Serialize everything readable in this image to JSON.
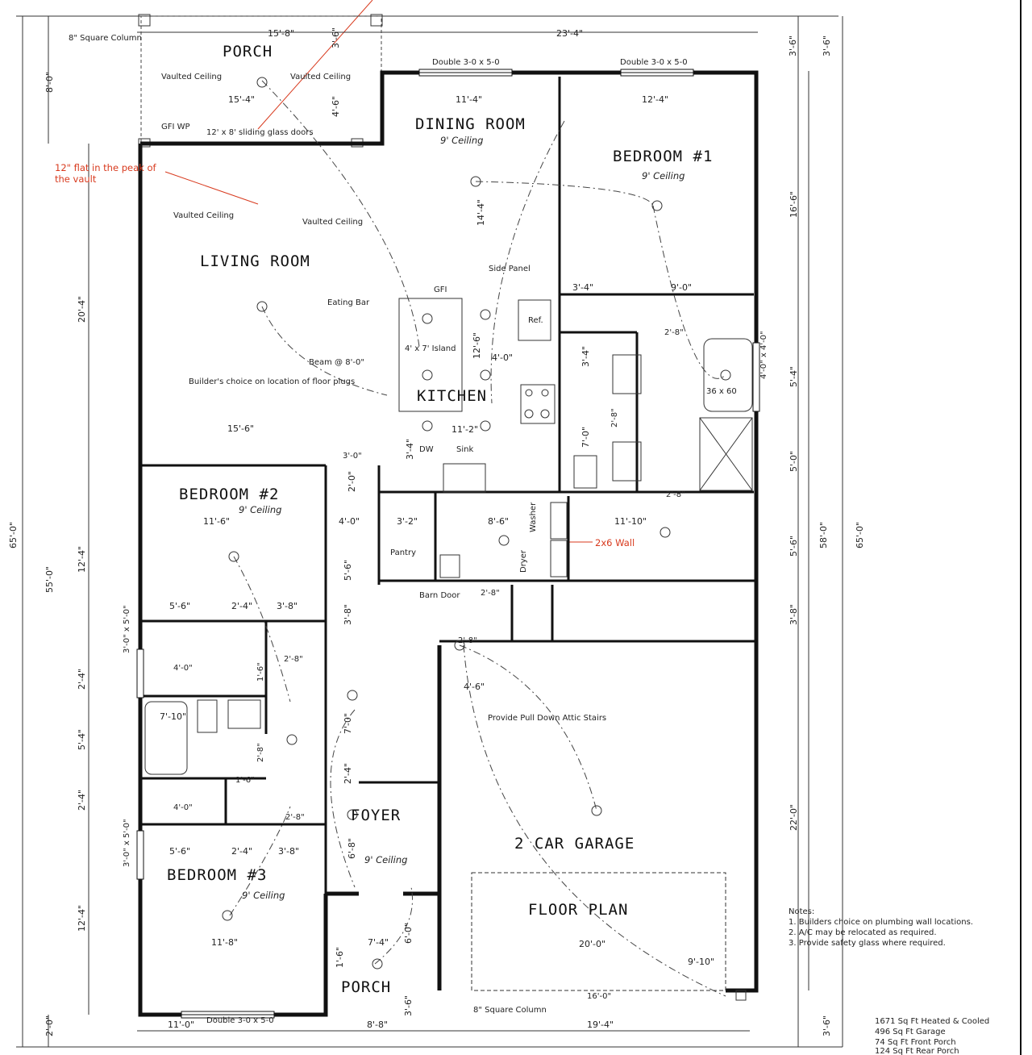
{
  "rooms": {
    "porch_back": "PORCH",
    "dining": "DINING ROOM",
    "bedroom1": "BEDROOM #1",
    "living": "LIVING ROOM",
    "kitchen": "KITCHEN",
    "bedroom2": "BEDROOM #2",
    "bedroom3": "BEDROOM #3",
    "foyer": "FOYER",
    "garage": "2 CAR GARAGE",
    "floor_plan": "FLOOR PLAN",
    "porch_front": "PORCH"
  },
  "ceilings": {
    "dining": "9' Ceiling",
    "bedroom1": "9' Ceiling",
    "bedroom2": "9' Ceiling",
    "bedroom3": "9' Ceiling",
    "foyer": "9' Ceiling",
    "vaulted": "Vaulted Ceiling"
  },
  "labels": {
    "square_column": "8\" Square Column",
    "double_window": "Double 3-0 x 5-0",
    "sliding_doors": "12' x 8' sliding glass doors",
    "side_panel": "Side Panel",
    "eating_bar": "Eating Bar",
    "island": "4' x 7' Island",
    "beam": "Beam @ 8'-0\"",
    "builders_choice": "Builder's choice on location of floor plugs",
    "ref": "Ref.",
    "dw": "DW",
    "sink": "Sink",
    "pantry": "Pantry",
    "washer": "Washer",
    "dryer": "Dryer",
    "barn_door": "Barn Door",
    "attic": "Provide Pull Down Attic Stairs",
    "tub": "36 x 60",
    "tub_window": "4'-0\" x 4'-0\"",
    "side_window": "3'-0\" x 5'-0\"",
    "gfi": "GFI",
    "gfi_wp": "GFI WP"
  },
  "annotations": {
    "flat_peak_line1": "12\" flat in the peak of",
    "flat_peak_line2": "the vault",
    "wall_2x6": "2x6 Wall"
  },
  "dims": {
    "porch_w": "15'-8\"",
    "porch_inner": "15'-4\"",
    "porch_depth": "3'-6\"",
    "porch_depth2": "4'-6\"",
    "top_w": "23'-4\"",
    "dining_w": "11'-4\"",
    "bed1_w": "12'-4\"",
    "right_3_6a": "3'-6\"",
    "right_3_6b": "3'-6\"",
    "left_8_0": "8'-0\"",
    "dining_depth": "14'-4\"",
    "bed1_depth": "16'-6\"",
    "living_h": "20'-4\"",
    "living_w": "15'-6\"",
    "island_off": "12'-6\"",
    "kitchen_4_0": "4'-0\"",
    "kitchen_11_2": "11'-2\"",
    "kitchen_3_4": "3'-4\"",
    "bath_3_4": "3'-4\"",
    "bath_9_0": "9'-0\"",
    "bath_3_4b": "3'-4\"",
    "bath_7_0": "7'-0\"",
    "bath_2_8a": "2'-8\"",
    "bath_2_8b": "2'-8\"",
    "bath_2_8c": "2'-8\"",
    "bath_5_4": "5'-4\"",
    "bath_5_0": "5'-0\"",
    "hall_3_0": "3'-0\"",
    "hall_2_0": "2'-0\"",
    "bed2_w": "11'-6\"",
    "hall_4_0": "4'-0\"",
    "pantry_3_2": "3'-2\"",
    "laundry_8_6": "8'-6\"",
    "storage_11_10": "11'-10\"",
    "r_5_6": "5'-6\"",
    "r_58_0": "58'-0\"",
    "r_65_0": "65'-0\"",
    "l_65_0": "65'-0\"",
    "l_55_0": "55'-0\"",
    "l_12_4a": "12'-4\"",
    "l_2_4a": "2'-4\"",
    "l_5_4": "5'-4\"",
    "l_2_4b": "2'-4\"",
    "l_12_4b": "12'-4\"",
    "l_2_0": "2'-0\"",
    "b_5_6a": "5'-6\"",
    "b_2_4a": "2'-4\"",
    "b_3_8a": "3'-8\"",
    "closet_4_0a": "4'-0\"",
    "closet_2_8a": "2'-8\"",
    "closet_1_6a": "1'-6\"",
    "bath2_7_10": "7'-10\"",
    "hall_2_8": "2'-8\"",
    "closet_1_6b": "1'-6\"",
    "closet_4_0b": "4'-0\"",
    "closet_2_8b": "2'-8\"",
    "b_5_6b": "5'-6\"",
    "b_2_4b": "2'-4\"",
    "b_3_8b": "3'-8\"",
    "bed3_w": "11'-8\"",
    "hall_5_6": "5'-6\"",
    "hall_3_8": "3'-8\"",
    "hall_7_0": "7'-0\"",
    "hall_2_4": "2'-4\"",
    "foyer_6_8": "6'-8\"",
    "garage_4_6": "4'-6\"",
    "laundry_2_8": "2'-8\"",
    "laundry_2_8b": "2'-8\"",
    "r_3_8": "3'-8\"",
    "garage_22_0": "22'-0\"",
    "garage_20_0": "20'-0\"",
    "garage_9_10": "9'-10\"",
    "garage_16_0": "16'-0\"",
    "porch_7_4": "7'-4\"",
    "porch_6_0": "6'-0\"",
    "porch_1_6": "1'-6\"",
    "porch_3_6": "3'-6\"",
    "porch_8_8": "8'-8\"",
    "bot_11_0": "11'-0\"",
    "bot_19_4": "19'-4\"",
    "bot_r_3_6": "3'-6\""
  },
  "notes": {
    "title": "Notes:",
    "items": [
      "1.  Builders choice on plumbing wall locations.",
      "2.  A/C may be relocated as required.",
      "3.  Provide safety glass where required."
    ]
  },
  "areas": [
    "1671 Sq Ft Heated & Cooled",
    "496 Sq Ft Garage",
    "74 Sq Ft Front Porch",
    "124 Sq Ft Rear Porch"
  ],
  "colors": {
    "line": "#111111",
    "annotation": "#d83a1e"
  }
}
